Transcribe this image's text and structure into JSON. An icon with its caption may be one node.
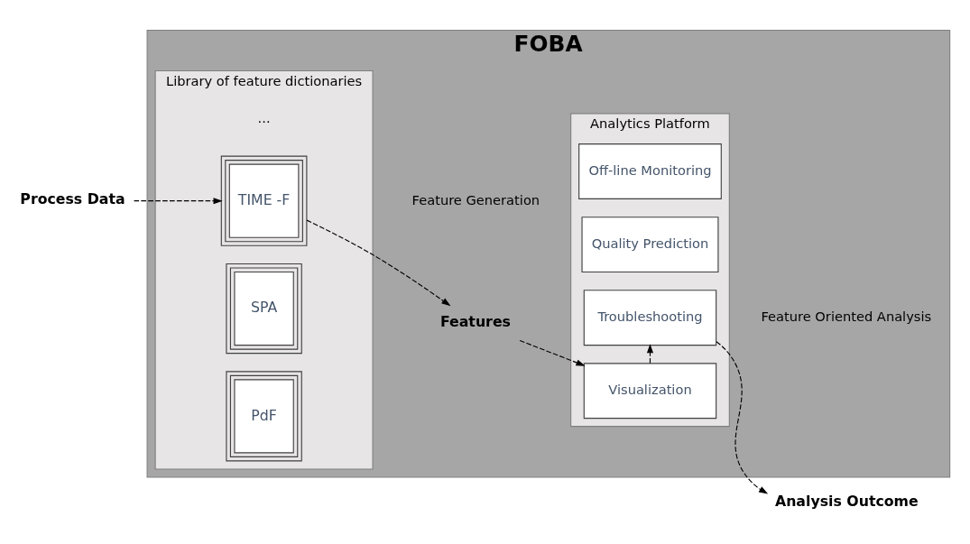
{
  "diagram": {
    "nodes": [
      {
        "text": [
          "FOBA"
        ]
      },
      {
        "text": [
          "Library of feature dictionaries"
        ],
        "in": 0
      },
      {
        "text": [
          "PdF"
        ],
        "in": 1
      },
      {
        "text": [
          "SPA"
        ],
        "in": 1
      },
      {
        "text": [
          "TIME -F"
        ],
        "in": 1
      },
      {
        "text": [
          "Features"
        ],
        "in": 0
      },
      {
        "text": [
          "Analytics Platform"
        ],
        "in": 0
      },
      {
        "text": [
          "Visualization"
        ],
        "in": 6
      },
      {
        "text": [
          "Troubleshooting"
        ],
        "in": 6
      },
      {
        "text": [
          "Quality Prediction"
        ],
        "in": 6
      },
      {
        "text": [
          "Off-line Monitoring"
        ],
        "in": 6
      },
      {
        "text": [
          "Process Data"
        ]
      },
      {
        "text": [
          "Analysis Outcome"
        ]
      }
    ],
    "edges": [
      {
        "from": 11,
        "to": 4,
        "arrow": "to",
        "style": "dashed"
      },
      {
        "from": 4,
        "to": 5,
        "arrow": "to",
        "style": "dashed"
      },
      {
        "from": 5,
        "to": 7,
        "arrow": "to",
        "style": "dashed"
      },
      {
        "from": 7,
        "to": 8,
        "arrow": "to",
        "style": "dashed"
      },
      {
        "from": 8,
        "to": 12,
        "arrow": "to",
        "style": "dashed"
      }
    ],
    "labels": [
      "...",
      "Feature Generation",
      "Feature Oriented Analysis"
    ]
  }
}
